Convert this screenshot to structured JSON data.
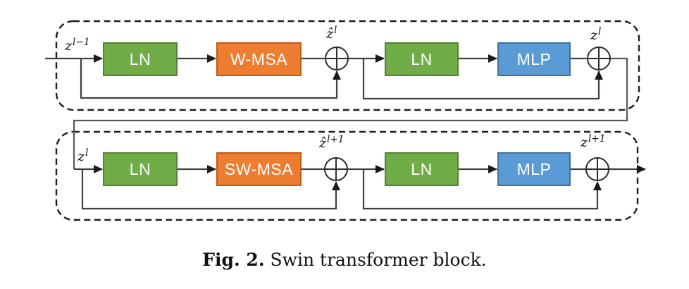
{
  "figure": {
    "caption": {
      "tag": "Fig. 2.",
      "text": "Swin transformer block."
    }
  },
  "diagram": {
    "colors": {
      "ln": {
        "fill": "#70AD47",
        "border": "#538135"
      },
      "msa": {
        "fill": "#ED7D31",
        "border": "#C55A11"
      },
      "mlp": {
        "fill": "#5B9BD5",
        "border": "#41719C"
      },
      "line": "#404040",
      "connector": "#595959",
      "dashed_border": "#1f1f1f",
      "block_text": "#ffffff"
    },
    "rows": [
      {
        "input_label": {
          "base": "z",
          "sup": "l−1"
        },
        "blocks": [
          {
            "label": "LN"
          },
          {
            "label": "W-MSA"
          },
          {
            "label": "LN"
          },
          {
            "label": "MLP"
          }
        ],
        "sum_labels": [
          {
            "base": "ẑ",
            "sup": "l"
          },
          {
            "base": "z",
            "sup": "l"
          }
        ]
      },
      {
        "input_label": {
          "base": "z",
          "sup": "l"
        },
        "blocks": [
          {
            "label": "LN"
          },
          {
            "label": "SW-MSA"
          },
          {
            "label": "LN"
          },
          {
            "label": "MLP"
          }
        ],
        "sum_labels": [
          {
            "base": "ẑ",
            "sup": "l+1"
          },
          {
            "base": "z",
            "sup": "l+1"
          }
        ]
      }
    ]
  }
}
